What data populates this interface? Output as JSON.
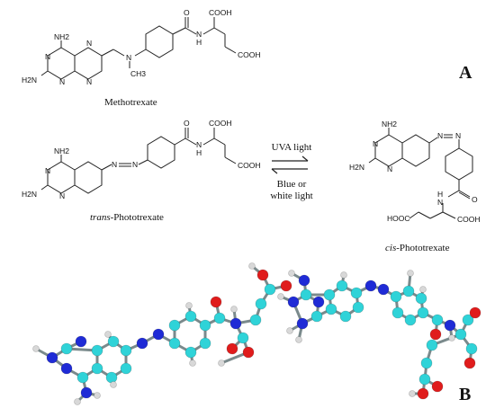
{
  "panel_a_label": "A",
  "panel_b_label": "B",
  "methotrexate": {
    "caption": "Methotrexate",
    "atoms": {
      "nh2_top": "NH2",
      "nh2_left": "H2N",
      "n1": "N",
      "n2": "N",
      "n3": "N",
      "n4": "N",
      "n_methyl": "N",
      "ch3": "CH3",
      "nh": "N",
      "h": "H",
      "o": "O",
      "cooh_top": "COOH",
      "cooh_bottom": "COOH"
    }
  },
  "trans_phototrexate": {
    "caption_prefix": "trans",
    "caption_suffix": "-Phototrexate",
    "atoms": {
      "nh2_top": "NH2",
      "nh2_left": "H2N",
      "n1": "N",
      "n2": "N",
      "azo1": "N",
      "azo2": "N",
      "nh": "N",
      "h": "H",
      "o": "O",
      "cooh_top": "COOH",
      "cooh_bottom": "COOH"
    }
  },
  "cis_phototrexate": {
    "caption_prefix": "cis",
    "caption_suffix": "-Phototrexate",
    "atoms": {
      "nh2_top": "NH2",
      "nh2_left": "H2N",
      "n1": "N",
      "n2": "N",
      "azo1": "N",
      "azo2": "N",
      "nh": "H",
      "n": "N",
      "o": "O",
      "hooc": "HOOC",
      "cooh": "COOH"
    }
  },
  "equilibrium": {
    "forward": "UVA light",
    "reverse_line1": "Blue or",
    "reverse_line2": "white light"
  },
  "colors": {
    "carbon": "#2fd3d8",
    "nitrogen": "#1f2bd6",
    "oxygen": "#e01c1c",
    "hydrogen": "#d8d8d8",
    "bond": "#222222"
  }
}
